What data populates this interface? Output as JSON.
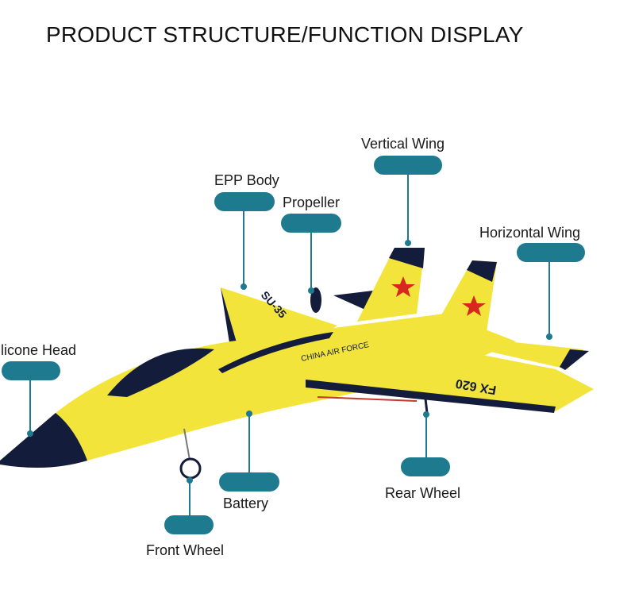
{
  "title": "PRODUCT STRUCTURE/FUNCTION DISPLAY",
  "aircraft": {
    "nose_marking": "SU-35",
    "body_marking": "CHINA AIR FORCE",
    "wing_marking": "FX 620",
    "body_color": "#f2e43a",
    "trim_color": "#141c3c",
    "star_color": "#d8281e"
  },
  "callouts": {
    "vertical_wing": "Vertical Wing",
    "epp_body": "EPP Body",
    "propeller": "Propeller",
    "horizontal_wing": "Horizontal Wing",
    "silicone_head": "Silicone Head",
    "battery": "Battery",
    "rear_wheel": "Rear Wheel",
    "front_wheel": "Front Wheel"
  },
  "accent_color": "#1e7a8e"
}
